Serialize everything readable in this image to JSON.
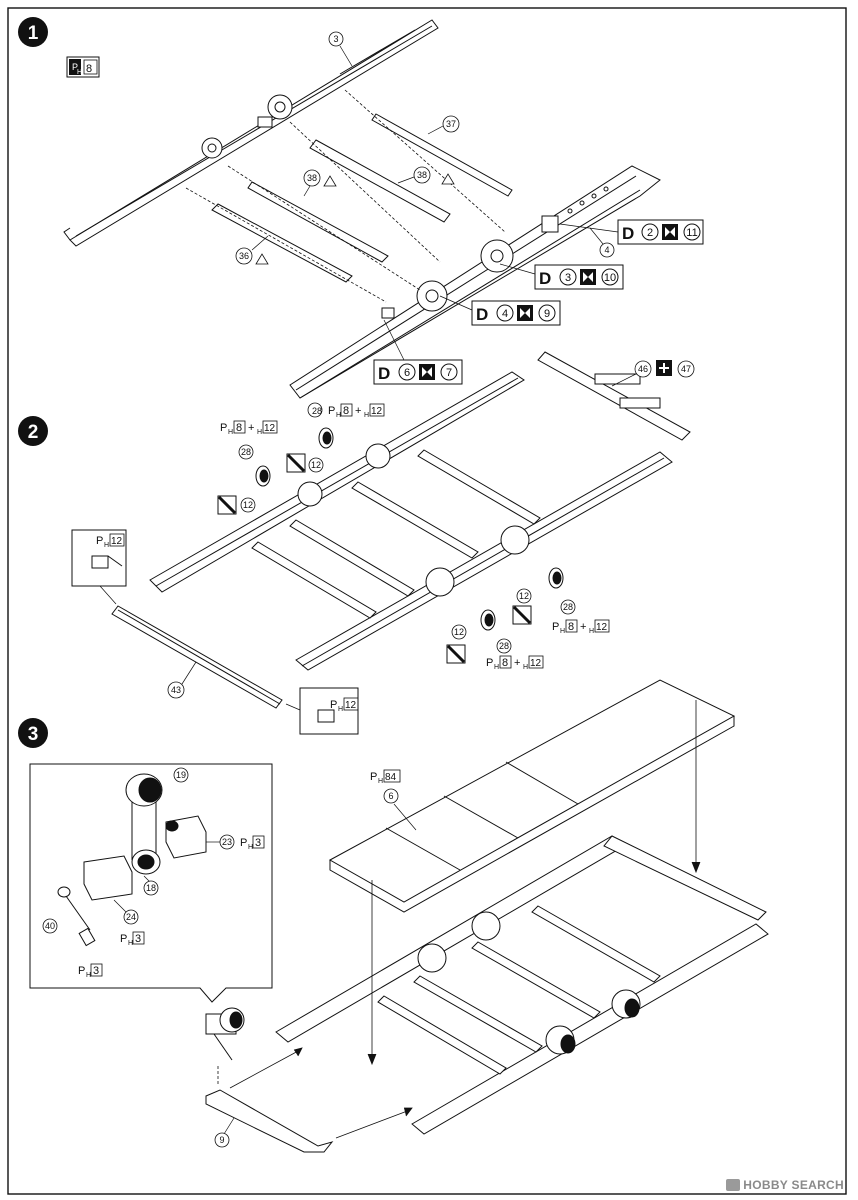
{
  "steps": [
    {
      "number": "1"
    },
    {
      "number": "2"
    },
    {
      "number": "3"
    }
  ],
  "step1": {
    "paint_ref": {
      "prefix": "P",
      "sub": "H",
      "code": "8"
    },
    "parts": {
      "p3": "3",
      "p37": "37",
      "p38a": "38",
      "p38b": "38",
      "p36": "36",
      "p4": "4"
    },
    "decals": [
      {
        "letter": "D",
        "a": "2",
        "b": "11"
      },
      {
        "letter": "D",
        "a": "3",
        "b": "10"
      },
      {
        "letter": "D",
        "a": "4",
        "b": "9"
      },
      {
        "letter": "D",
        "a": "6",
        "b": "7"
      }
    ]
  },
  "step2": {
    "parts": {
      "p46": "46",
      "p47": "47",
      "p28a": "28",
      "p28b": "28",
      "p28c": "28",
      "p28d": "28",
      "p12a": "12",
      "p12b": "12",
      "p12c": "12",
      "p12d": "12",
      "p43": "43"
    },
    "paint_mix": {
      "prefix": "P",
      "sub": "H",
      "code1": "8",
      "plus": "+",
      "sub2": "H",
      "code2": "12"
    },
    "paint_single": {
      "prefix": "P",
      "sub": "H",
      "code": "12"
    }
  },
  "step3": {
    "deck_paint": {
      "prefix": "P",
      "sub": "H",
      "code": "84"
    },
    "parts": {
      "p6": "6",
      "p19": "19",
      "p23": "23",
      "p18": "18",
      "p24": "24",
      "p40": "40",
      "p9": "9"
    },
    "paint_winch": {
      "prefix": "P",
      "sub": "H",
      "code": "3"
    }
  },
  "watermark": {
    "text": "HOBBY SEARCH"
  },
  "colors": {
    "ink": "#111111",
    "paper": "#ffffff",
    "watermark": "#8a8a8a"
  }
}
